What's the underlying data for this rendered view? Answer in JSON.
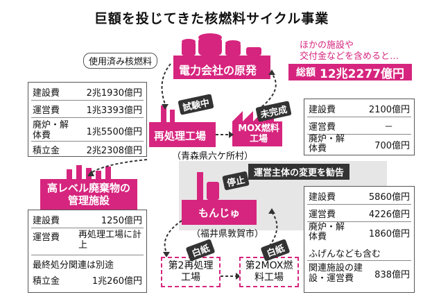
{
  "title": "巨額を投じてきた核燃料サイクル事業",
  "spent_fuel_label": "使用済み核燃料",
  "power_company": "電力会社の原発",
  "total_note": "ほかの施設や\n交付金などを含めると…",
  "total_label": "総額",
  "total_value": "12兆2277億円",
  "reprocessing": {
    "name": "再処理工場",
    "status": "試験中",
    "location": "（青森県六ケ所村）",
    "rows": [
      {
        "k": "建設費",
        "v": "2兆1930億円"
      },
      {
        "k": "運営費",
        "v": "1兆3393億円"
      },
      {
        "k": "廃炉・解体費",
        "v": "1兆5500億円"
      },
      {
        "k": "積立金",
        "v": "2兆2308億円"
      }
    ]
  },
  "mox": {
    "name": "MOX燃料工場",
    "status": "未完成",
    "rows": [
      {
        "k": "建設費",
        "v": "2100億円"
      },
      {
        "k": "運営費",
        "v": "－"
      },
      {
        "k": "廃炉・解体費",
        "v": "700億円"
      }
    ]
  },
  "waste": {
    "name": "高レベル廃棄物の管理施設",
    "rows": [
      {
        "k": "建設費",
        "v": "1250億円"
      },
      {
        "k": "運営費",
        "v": "再処理工場に計上"
      }
    ],
    "note": "最終処分関連は別途",
    "reserve": {
      "k": "積立金",
      "v": "1兆260億円"
    }
  },
  "monju": {
    "name": "もんじゅ",
    "status": "停止",
    "location": "（福井県敦賀市）",
    "advice": "運営主体の変更を勧告",
    "rows": [
      {
        "k": "建設費",
        "v": "5860億円"
      },
      {
        "k": "運営費",
        "v": "4226億円"
      },
      {
        "k": "廃炉・解体費",
        "v": "1860億円"
      }
    ],
    "note": "ふげんなども含む",
    "related": {
      "k": "関連施設の建設・運営費",
      "v": "838億円"
    }
  },
  "second_reprocessing": {
    "name": "第2再処理工場",
    "status": "白紙"
  },
  "second_mox": {
    "name": "第2MOX燃料工場",
    "status": "白紙"
  },
  "colors": {
    "accent": "#d6257e",
    "dark": "#333333",
    "shade": "#d9d9d9"
  }
}
